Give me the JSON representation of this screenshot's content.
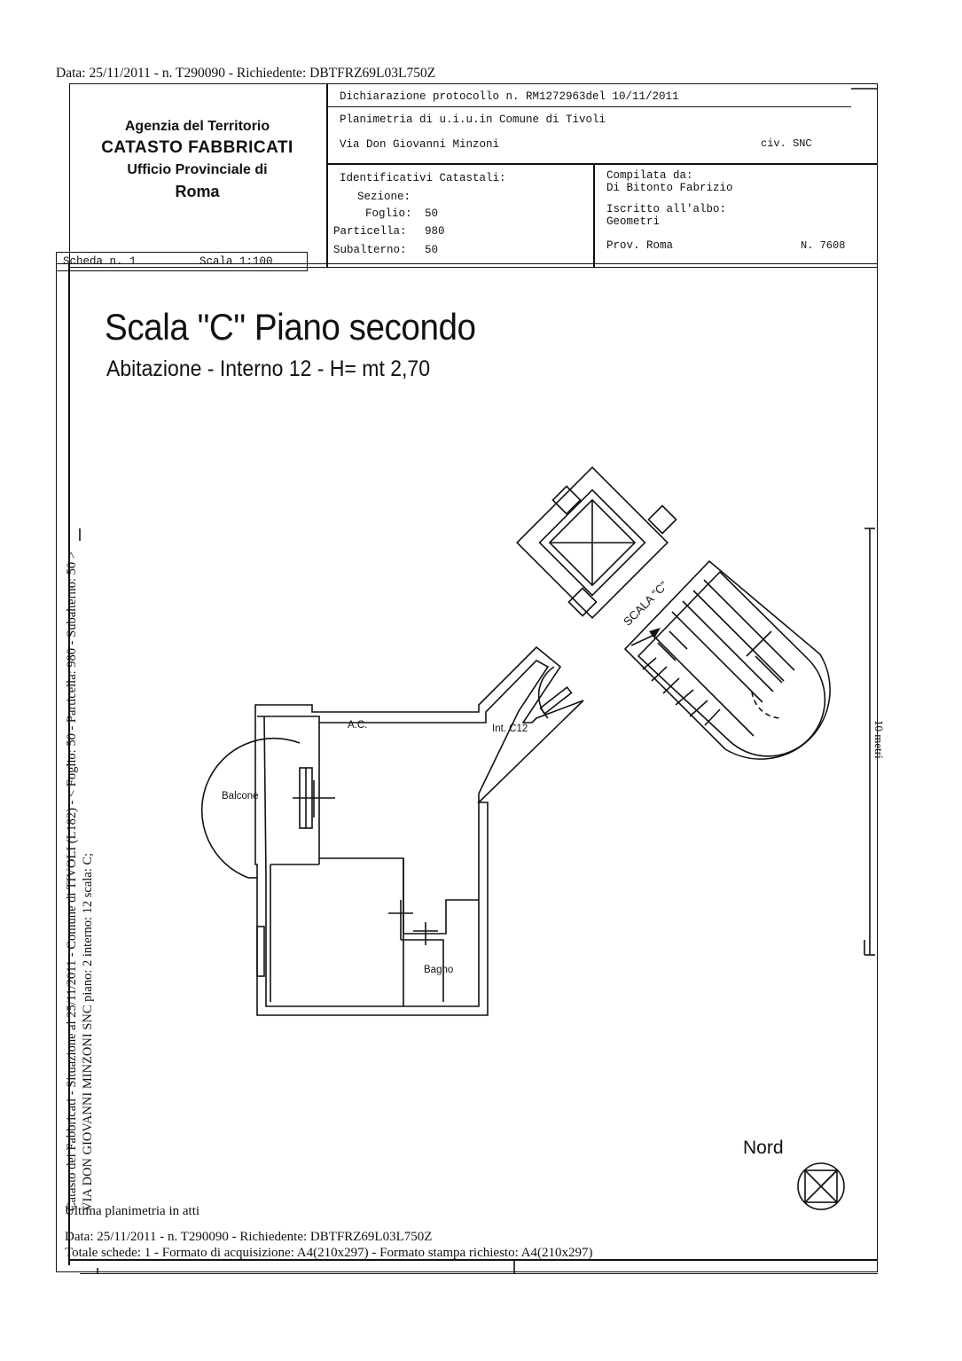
{
  "top_header": "Data: 25/11/2011 - n. T290090 - Richiedente: DBTFRZ69L03L750Z",
  "agency": {
    "line1": "Agenzia del Territorio",
    "line2": "CATASTO FABBRICATI",
    "line3": "Ufficio Provinciale di",
    "line4": "Roma"
  },
  "declaration": {
    "protocol": "Dichiarazione protocollo n. RM1272963del 10/11/2011",
    "planimetria": "Planimetria di u.i.u.in Comune di Tivoli",
    "address": "Via Don Giovanni Minzoni",
    "civ": "civ. SNC"
  },
  "identificativi": {
    "title": "Identificativi Catastali:",
    "sezione_label": "Sezione:",
    "foglio_label": "Foglio:",
    "foglio_value": "50",
    "particella_label": "Particella:",
    "particella_value": "980",
    "subalterno_label": "Subalterno:",
    "subalterno_value": "50"
  },
  "compilata": {
    "title": "Compilata da:",
    "name": "Di Bitonto Fabrizio",
    "iscritto": "Iscritto all'albo:",
    "albo": "Geometri",
    "prov": "Prov. Roma",
    "n": "N.  7608"
  },
  "scheda": {
    "label": "Scheda n. 1",
    "scala": "Scala 1:100"
  },
  "title": {
    "main": "Scala \"C\" Piano secondo",
    "sub": "Abitazione - Interno 12 - H= mt 2,70"
  },
  "plan_labels": {
    "ac": "A.C.",
    "int": "Int. C12",
    "balcone": "Balcone",
    "bagno": "Bagno",
    "scala_c": "SCALA \"C\"",
    "scale_bar": "10 metri"
  },
  "vertical": {
    "line1": "Catasto dei Fabbricati - Situazione al 25/11/2011 - Comune di TIVOLI (L182) - < Foglio: 50 - Particella: 980 - Subalterno: 50 >",
    "line2": "VIA DON GIOVANNI MINZONI SNC piano: 2 interno: 12 scala: C;"
  },
  "north_label": "Nord",
  "footer": {
    "ultima": "Ultima planimetria in atti",
    "data": "Data: 25/11/2011 - n. T290090 - Richiedente: DBTFRZ69L03L750Z",
    "totale": "Totale schede: 1 - Formato di acquisizione: A4(210x297)  - Formato stampa richiesto: A4(210x297)"
  }
}
